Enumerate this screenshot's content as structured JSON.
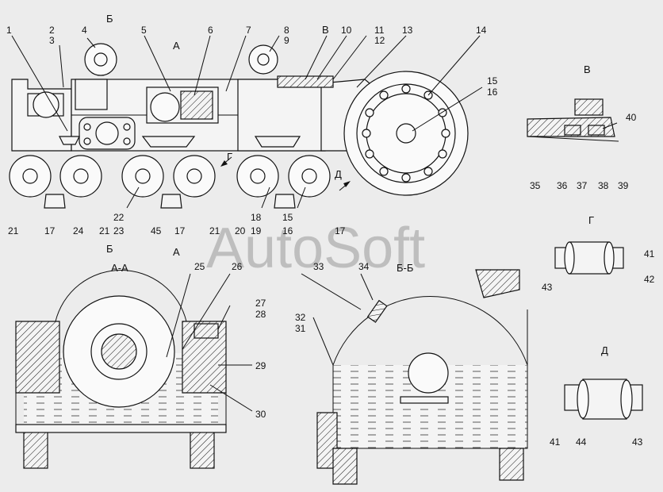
{
  "watermark": "AutoSoft",
  "section_titles": {
    "aa": "А-А",
    "bb": "Б-Б",
    "v": "В",
    "g": "Г",
    "d": "Д"
  },
  "cut_markers": {
    "b_top": "Б",
    "a_top": "А",
    "v_top": "В",
    "g_side": "Г",
    "d_side": "Д",
    "b_bottom": "Б",
    "a_bottom": "А"
  },
  "callouts": {
    "n1": "1",
    "n2": "2",
    "n3": "3",
    "n4": "4",
    "n5": "5",
    "n6": "6",
    "n7": "7",
    "n8": "8",
    "n9": "9",
    "n10": "10",
    "n11": "11",
    "n12": "12",
    "n13": "13",
    "n14": "14",
    "n15": "15",
    "n16": "16",
    "n17a": "17",
    "n17b": "17",
    "n17c": "17",
    "n18": "18",
    "n19": "19",
    "n20": "20",
    "n21a": "21",
    "n21b": "21",
    "n21c": "21",
    "n22": "22",
    "n23": "23",
    "n24": "24",
    "n45": "45",
    "n15b": "15",
    "n16b": "16",
    "n25": "25",
    "n26": "26",
    "n27": "27",
    "n28": "28",
    "n29": "29",
    "n30": "30",
    "n31": "31",
    "n32": "32",
    "n33": "33",
    "n34": "34",
    "n35": "35",
    "n36": "36",
    "n37": "37",
    "n38": "38",
    "n39": "39",
    "n40": "40",
    "n41a": "41",
    "n42": "42",
    "n43a": "43",
    "n41b": "41",
    "n44": "44",
    "n43b": "43"
  }
}
